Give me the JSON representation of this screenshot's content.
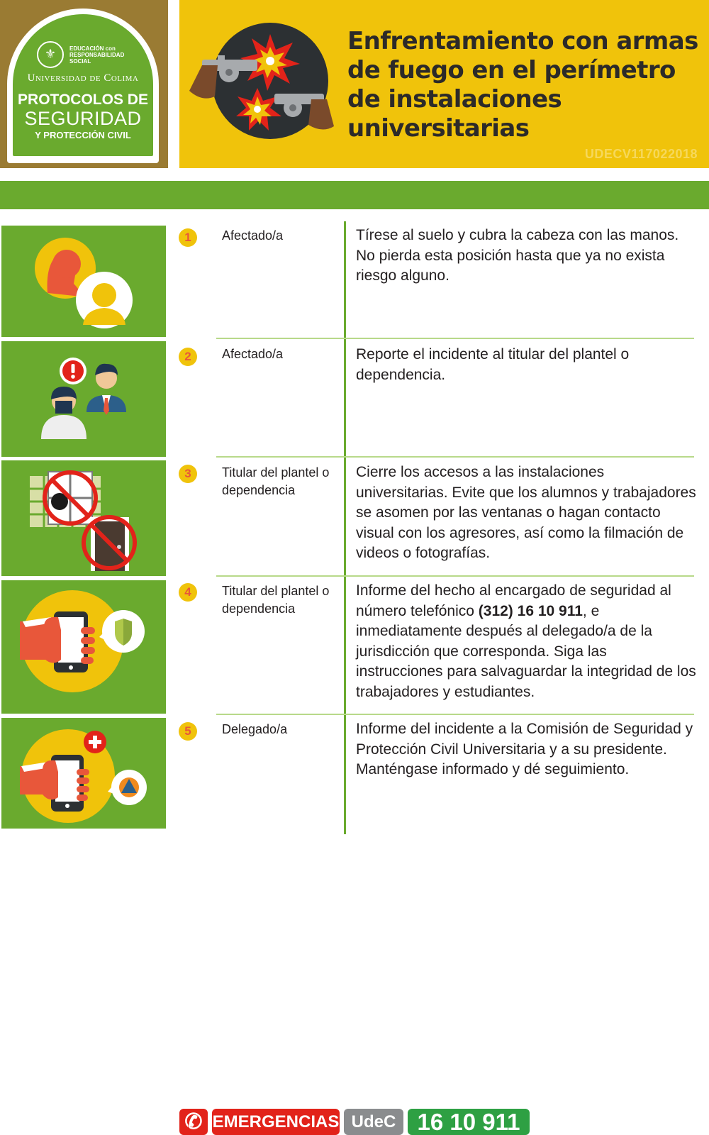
{
  "logo": {
    "seal_glyph": "⚜",
    "slogan_1": "EDUCACIÓN con",
    "slogan_2": "RESPONSABILIDAD",
    "slogan_3": "SOCIAL",
    "university": "Universidad de Colima",
    "protocols": "PROTOCOLOS DE",
    "security": "SEGURIDAD",
    "civil": "Y PROTECCIÓN CIVIL"
  },
  "header": {
    "title": "Enfrentamiento con armas de fuego en el perímetro de instalaciones universitarias",
    "code": "UDECV117022018",
    "hero_icon": "crossed-revolvers-icon"
  },
  "steps": [
    {
      "number": "1",
      "role": "Afectado/a",
      "text": "Tírese al suelo y cubra la cabeza con las manos. No pierda esta posición hasta que ya no exista riesgo alguno.",
      "icon": "two-persons-icon"
    },
    {
      "number": "2",
      "role": "Afectado/a",
      "text": "Reporte el incidente al titular del plantel o dependencia.",
      "icon": "report-alert-icon"
    },
    {
      "number": "3",
      "role": "Titular del plantel o dependencia",
      "text": "Cierre los accesos a las instalaciones universitarias. Evite que los alumnos y trabajadores se asomen por las ventanas o hagan contacto visual con los agresores, así como la filmación de videos o fotografías.",
      "icon": "no-window-no-door-icon"
    },
    {
      "number": "4",
      "role": "Titular del plantel o dependencia",
      "text_before": "Informe del hecho al encargado de seguridad al número telefónico ",
      "phone": "(312) 16 10 911",
      "text_after": ", e inmediatamente después al delegado/a de la jurisdicción que corresponda. Siga las instrucciones para salvaguardar la integridad de los trabajadores y estudiantes.",
      "icon": "phone-shield-icon"
    },
    {
      "number": "5",
      "role": "Delegado/a",
      "text": "Informe del incidente a la Comisión de Seguridad y Protección Civil Universitaria y a su presidente. Manténgase informado y dé seguimiento.",
      "icon": "phone-civil-protection-icon"
    }
  ],
  "footer": {
    "phone_glyph": "✆",
    "emergencias": "EMERGENCIAS",
    "udec": "UdeC",
    "number": "16 10 911"
  },
  "colors": {
    "green": "#6aaa2e",
    "yellow": "#f0c30b",
    "brown": "#9a7b33",
    "red": "#e2231a"
  }
}
